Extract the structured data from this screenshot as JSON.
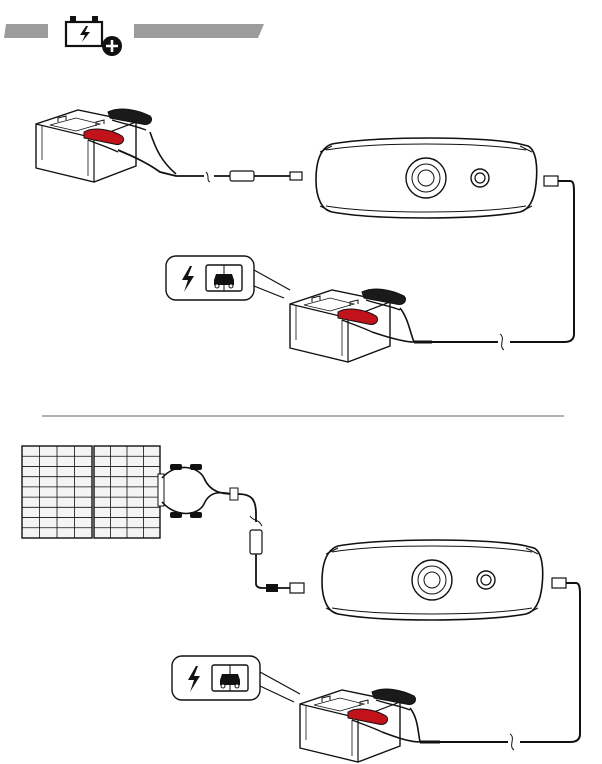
{
  "header": {
    "left_bar_color": "#9c9c9c",
    "right_bar_color": "#9c9c9c",
    "icon": "battery-charge-add-icon"
  },
  "colors": {
    "line": "#111111",
    "clamp_red": "#c2131a",
    "clamp_black": "#1a1a1a",
    "divider": "#999999",
    "device_fill": "#ffffff",
    "panel_fill": "#f4f4f4"
  },
  "sections": [
    {
      "id": "battery-source",
      "source": "jump-starter-battery",
      "target": "vehicle-battery",
      "badge_icons": [
        "lightning-icon",
        "car-manual-icon"
      ]
    },
    {
      "id": "solar-source",
      "source": "foldable-solar-panel",
      "target": "vehicle-battery",
      "badge_icons": [
        "lightning-icon",
        "car-manual-icon"
      ]
    }
  ]
}
